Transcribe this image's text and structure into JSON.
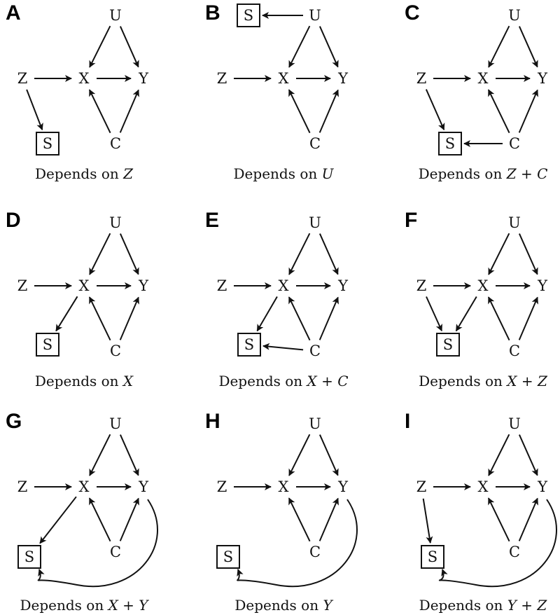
{
  "nodes": {
    "U": "U",
    "Z": "Z",
    "X": "X",
    "Y": "Y",
    "C": "C",
    "S": "S"
  },
  "panels": [
    {
      "letter": "A",
      "caption_prefix": "Depends on ",
      "caption_math": "Z",
      "edges": [
        [
          "U",
          "X"
        ],
        [
          "U",
          "Y"
        ],
        [
          "Z",
          "X"
        ],
        [
          "X",
          "Y"
        ],
        [
          "C",
          "X"
        ],
        [
          "C",
          "Y"
        ],
        [
          "Z",
          "S"
        ]
      ]
    },
    {
      "letter": "B",
      "caption_prefix": "Depends on ",
      "caption_math": "U",
      "edges": [
        [
          "U",
          "X"
        ],
        [
          "U",
          "Y"
        ],
        [
          "Z",
          "X"
        ],
        [
          "X",
          "Y"
        ],
        [
          "C",
          "X"
        ],
        [
          "C",
          "Y"
        ],
        [
          "U",
          "S"
        ]
      ]
    },
    {
      "letter": "C",
      "caption_prefix": "Depends on ",
      "caption_math": "Z + C",
      "edges": [
        [
          "U",
          "X"
        ],
        [
          "U",
          "Y"
        ],
        [
          "Z",
          "X"
        ],
        [
          "X",
          "Y"
        ],
        [
          "C",
          "X"
        ],
        [
          "C",
          "Y"
        ],
        [
          "Z",
          "S"
        ],
        [
          "C",
          "S"
        ]
      ]
    },
    {
      "letter": "D",
      "caption_prefix": "Depends on ",
      "caption_math": "X",
      "edges": [
        [
          "U",
          "X"
        ],
        [
          "U",
          "Y"
        ],
        [
          "Z",
          "X"
        ],
        [
          "X",
          "Y"
        ],
        [
          "C",
          "X"
        ],
        [
          "C",
          "Y"
        ],
        [
          "X",
          "S"
        ]
      ]
    },
    {
      "letter": "E",
      "caption_prefix": "Depends on ",
      "caption_math": "X + C",
      "edges": [
        [
          "U",
          "X"
        ],
        [
          "U",
          "Y"
        ],
        [
          "Z",
          "X"
        ],
        [
          "X",
          "Y"
        ],
        [
          "C",
          "X"
        ],
        [
          "C",
          "Y"
        ],
        [
          "X",
          "S"
        ],
        [
          "C",
          "S"
        ]
      ]
    },
    {
      "letter": "F",
      "caption_prefix": "Depends on ",
      "caption_math": "X + Z",
      "edges": [
        [
          "U",
          "X"
        ],
        [
          "U",
          "Y"
        ],
        [
          "Z",
          "X"
        ],
        [
          "X",
          "Y"
        ],
        [
          "C",
          "X"
        ],
        [
          "C",
          "Y"
        ],
        [
          "X",
          "S"
        ],
        [
          "Z",
          "S"
        ]
      ]
    },
    {
      "letter": "G",
      "caption_prefix": "Depends on ",
      "caption_math": "X + Y",
      "edges": [
        [
          "U",
          "X"
        ],
        [
          "U",
          "Y"
        ],
        [
          "Z",
          "X"
        ],
        [
          "X",
          "Y"
        ],
        [
          "C",
          "X"
        ],
        [
          "C",
          "Y"
        ],
        [
          "X",
          "S"
        ],
        [
          "Y",
          "S"
        ]
      ]
    },
    {
      "letter": "H",
      "caption_prefix": "Depends on ",
      "caption_math": "Y",
      "edges": [
        [
          "U",
          "X"
        ],
        [
          "U",
          "Y"
        ],
        [
          "Z",
          "X"
        ],
        [
          "X",
          "Y"
        ],
        [
          "C",
          "X"
        ],
        [
          "C",
          "Y"
        ],
        [
          "Y",
          "S"
        ]
      ]
    },
    {
      "letter": "I",
      "caption_prefix": "Depends on ",
      "caption_math": "Y + Z",
      "edges": [
        [
          "U",
          "X"
        ],
        [
          "U",
          "Y"
        ],
        [
          "Z",
          "X"
        ],
        [
          "X",
          "Y"
        ],
        [
          "C",
          "X"
        ],
        [
          "C",
          "Y"
        ],
        [
          "Z",
          "S"
        ],
        [
          "Y",
          "S"
        ]
      ]
    }
  ]
}
